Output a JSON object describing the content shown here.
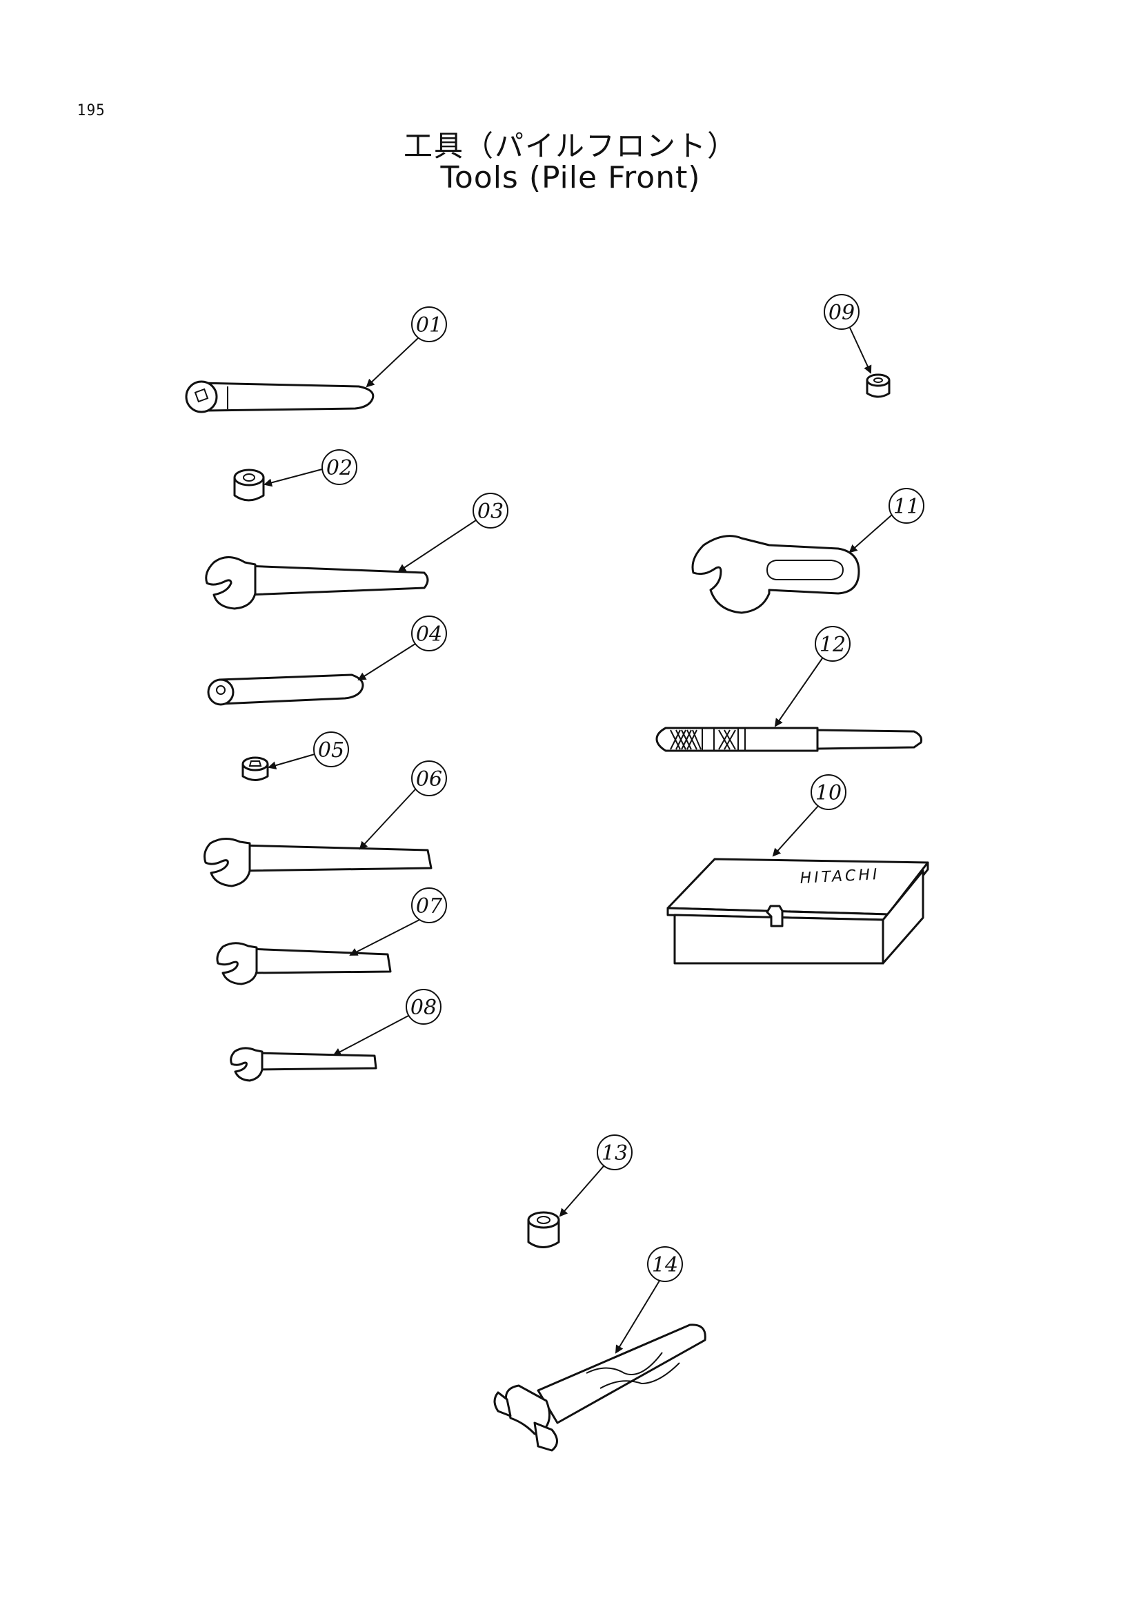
{
  "page": {
    "number": "195"
  },
  "title": {
    "japanese": "工具（パイルフロント）",
    "english": "Tools (Pile Front)"
  },
  "callouts": {
    "c01": "01",
    "c02": "02",
    "c03": "03",
    "c04": "04",
    "c05": "05",
    "c06": "06",
    "c07": "07",
    "c08": "08",
    "c09": "09",
    "c10": "10",
    "c11": "11",
    "c12": "12",
    "c13": "13",
    "c14": "14"
  },
  "toolbox": {
    "brand": "HITACHI"
  }
}
